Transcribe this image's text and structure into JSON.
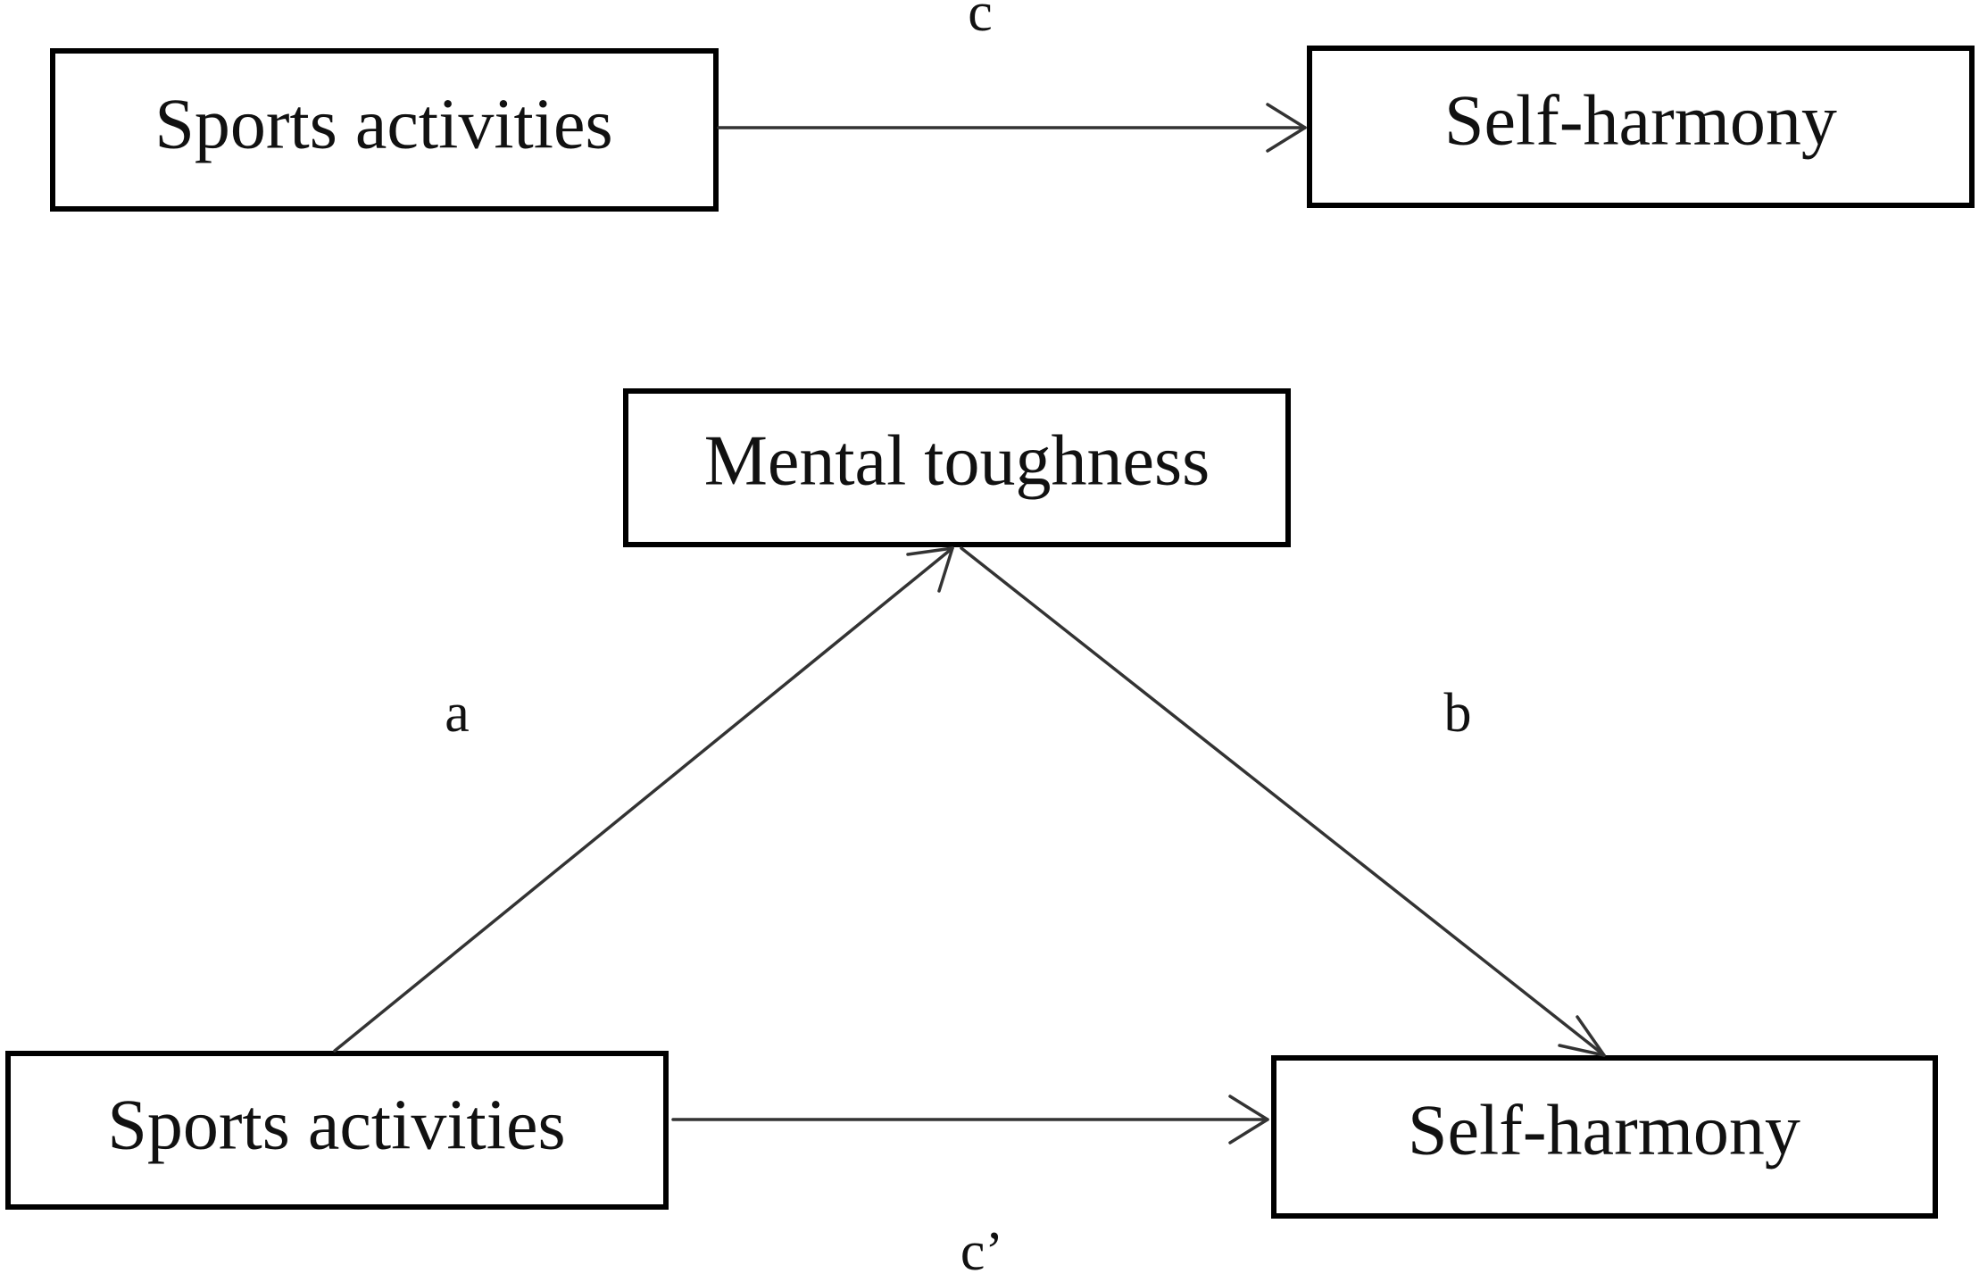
{
  "total_effect_model": {
    "predictor_label": "Sports activities",
    "outcome_label": "Self-harmony",
    "path_c_label": "c"
  },
  "mediation_model": {
    "mediator_label": "Mental toughness",
    "predictor_label": "Sports activities",
    "outcome_label": "Self-harmony",
    "path_a_label": "a",
    "path_b_label": "b",
    "path_c_prime_label": "c’"
  }
}
